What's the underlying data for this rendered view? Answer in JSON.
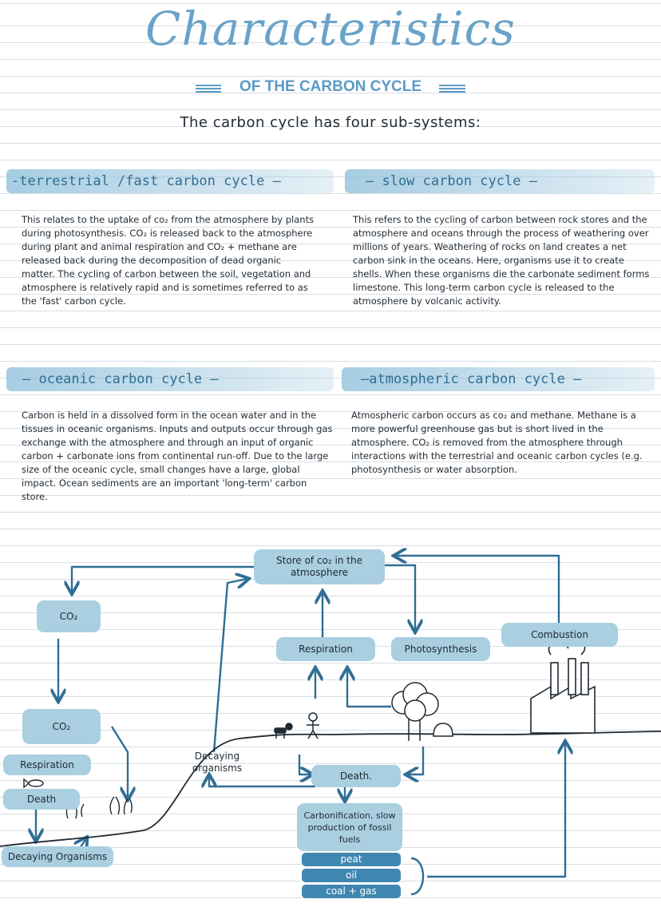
{
  "header": {
    "title": "Characteristics",
    "subtitle": "OF THE CARBON CYCLE",
    "intro": "The carbon cycle has four sub-systems:"
  },
  "sections": {
    "terrestrial": {
      "heading": "-terrestrial /fast carbon cycle —",
      "text": "This relates to the uptake of co₂ from the atmosphere by plants during photosynthesis. CO₂ is released back to the atmosphere during plant and animal respiration and CO₂ + methane are released back during the decomposition of dead organic matter. The cycling of carbon between the soil, vegetation and atmosphere is relatively rapid and is sometimes referred to as the 'fast' carbon cycle."
    },
    "slow": {
      "heading": "— slow carbon cycle —",
      "text": "This refers to the cycling of carbon between rock stores and the atmosphere and oceans through the process of weathering over millions of years. Weathering of rocks on land creates a net carbon sink in the oceans. Here, organisms use it to create shells. When these organisms die the carbonate sediment forms limestone. This long-term carbon cycle is released to the atmosphere by volcanic activity."
    },
    "oceanic": {
      "heading": "— oceanic carbon cycle —",
      "text": "Carbon is held in a dissolved form in the ocean water and in the tissues in oceanic organisms. Inputs and outputs occur through gas exchange with the atmosphere and through an input of organic carbon + carbonate ions from continental run-off. Due to the large size of the oceanic cycle, small changes have a large, global impact. Ocean sediments are an important 'long-term' carbon store."
    },
    "atmospheric": {
      "heading": "—atmospheric carbon cycle —",
      "text": "Atmospheric carbon occurs as co₂ and methane. Methane is a more powerful greenhouse gas but is short lived in the atmosphere. CO₂ is removed from the atmosphere through interactions with the terrestrial and oceanic carbon cycles (e.g. photosynthesis or water absorption."
    }
  },
  "diagram": {
    "store": "Store of co₂ in the atmosphere",
    "co2_top": "CO₂",
    "co2_ocean": "CO₂",
    "respiration_ocean": "Respiration",
    "death_ocean": "Death",
    "decaying_ocean": "Decaying Organisms",
    "decaying_land": "Decaying organisms",
    "respiration_land": "Respiration",
    "photosynthesis": "Photosynthesis",
    "combustion": "Combustion",
    "death_land": "Death.",
    "carbonification": "Carbonification, slow production of fossil fuels",
    "fuels": [
      "peat",
      "oil",
      "coal + gas"
    ]
  },
  "colors": {
    "accent": "#6aa3c9",
    "box": "#a9cfe0",
    "arrow": "#2f6e95",
    "fuel": "#3f87b0"
  }
}
